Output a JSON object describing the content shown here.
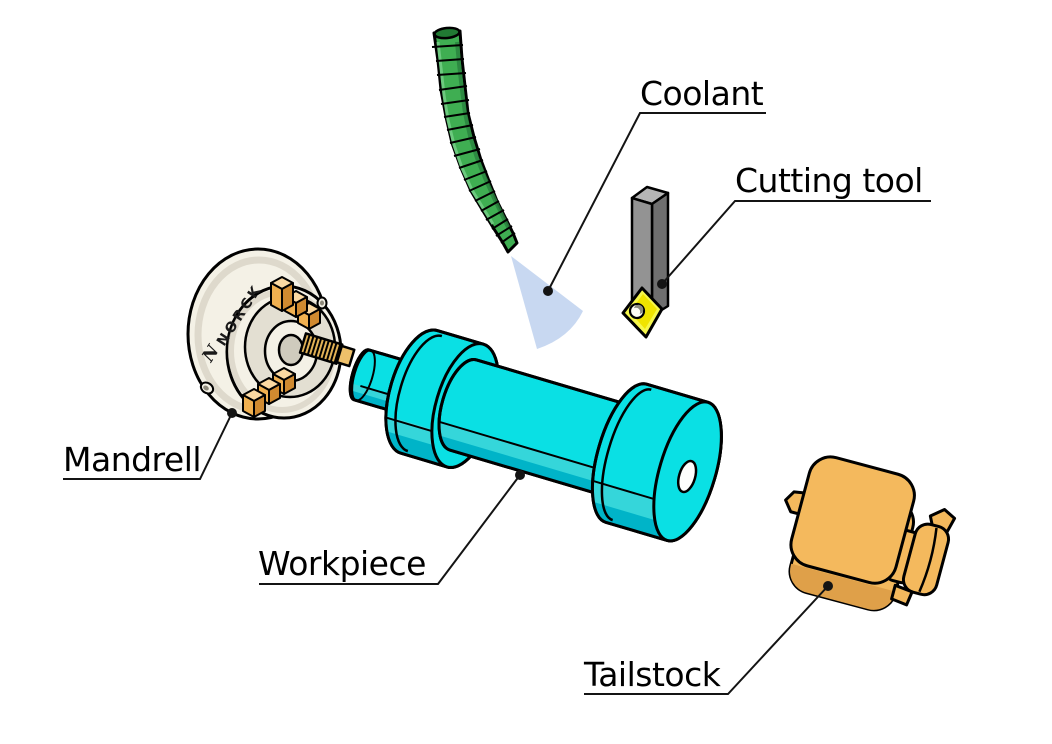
{
  "diagram": {
    "labels": [
      {
        "id": "coolant",
        "text": "Coolant"
      },
      {
        "id": "cutting-tool",
        "text": "Cutting tool"
      },
      {
        "id": "mandrell",
        "text": "Mandrell"
      },
      {
        "id": "workpiece",
        "text": "Workpiece"
      },
      {
        "id": "tailstock",
        "text": "Tailstock"
      }
    ],
    "chuck": {
      "brand_logo": "N",
      "brand": "NORCK"
    },
    "colors": {
      "background": "#ffffff",
      "text": "#000000",
      "line": "#141414",
      "hose_green": "#3fae52",
      "hose_green_light": "#6cc97e",
      "hose_green_dark": "#2a8440",
      "hose_opening": "#217a33",
      "spray_blue": "#c5d6f0",
      "tool_gray": "#939393",
      "tool_gray_dark": "#6f6f6f",
      "tool_gray_light": "#b5b5b5",
      "insert_yellow": "#f0e400",
      "insert_yellow_light": "#f6f74c",
      "workpiece_cyan": "#0ae0e4",
      "workpiece_cyan_mid": "#35d6da",
      "workpiece_cyan_dark": "#00b4c8",
      "chuck_white": "#f4f1e6",
      "chuck_shade": "#d9d5c7",
      "chuck_groove": "#e3dfd2",
      "chuck_hole": "#cfcbbd",
      "jaw_orange": "#f0b050",
      "jaw_orange_light": "#fbd9a2",
      "jaw_orange_dark": "#d08a30",
      "screw_gold": "#e2b256",
      "screw_gold_light": "#eec06a",
      "tailstock_orange": "#f4b95d",
      "tailstock_orange_dark": "#dfa049"
    }
  }
}
